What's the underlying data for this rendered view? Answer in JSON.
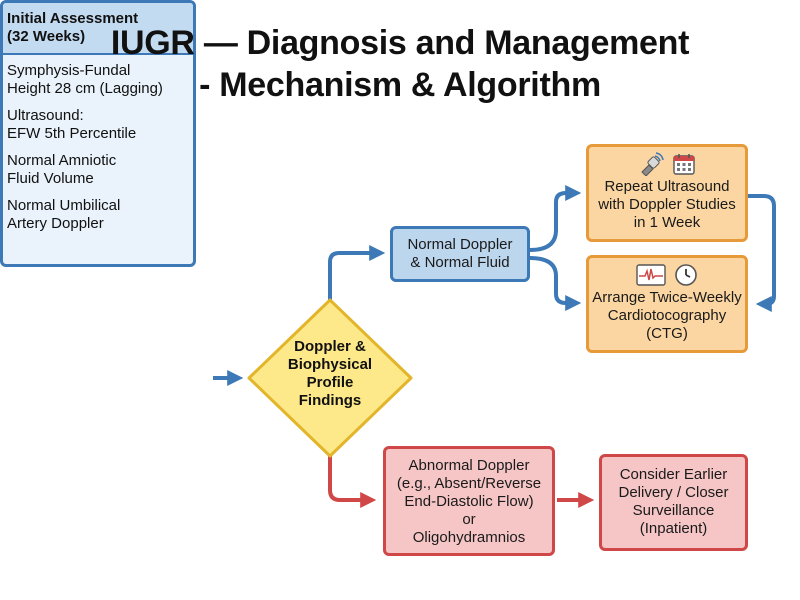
{
  "title": {
    "line1": "IUGR — Diagnosis and Management",
    "line2": "- Mechanism & Algorithm"
  },
  "nodes": {
    "initial_assessment": {
      "header_line1": "Initial Assessment",
      "header_line2": "(32 Weeks)",
      "items": [
        {
          "line1": "Symphysis-Fundal",
          "line2": "Height 28 cm (Lagging)"
        },
        {
          "line1": "Ultrasound:",
          "line2": "EFW 5th Percentile"
        },
        {
          "line1": "Normal Amniotic",
          "line2": "Fluid Volume"
        },
        {
          "line1": "Normal Umbilical",
          "line2": "Artery Doppler"
        }
      ]
    },
    "decision": {
      "line1": "Doppler &",
      "line2": "Biophysical",
      "line3": "Profile",
      "line4": "Findings"
    },
    "normal": {
      "line1": "Normal Doppler",
      "line2": "& Normal Fluid"
    },
    "repeat_ultrasound": {
      "icons": [
        "ultrasound-probe-icon",
        "calendar-icon"
      ],
      "line1": "Repeat Ultrasound",
      "line2": "with Doppler Studies",
      "line3": "in 1 Week"
    },
    "ctg": {
      "icons": [
        "heart-monitor-icon",
        "clock-icon"
      ],
      "line1": "Arrange Twice-Weekly",
      "line2": "Cardiotocography",
      "line3": "(CTG)"
    },
    "abnormal": {
      "line1": "Abnormal Doppler",
      "line2": "(e.g., Absent/Reverse",
      "line3": "End-Diastolic Flow)",
      "line4": "or",
      "line5": "Oligohydramnios"
    },
    "earlier_delivery": {
      "line1": "Consider Earlier",
      "line2": "Delivery / Closer",
      "line3": "Surveillance",
      "line4": "(Inpatient)"
    }
  },
  "colors": {
    "blue_border": "#3c79b6",
    "orange_border": "#e79a3a",
    "red_border": "#cf4747",
    "diamond_fill": "#fde98a",
    "diamond_border": "#e2b52a"
  }
}
